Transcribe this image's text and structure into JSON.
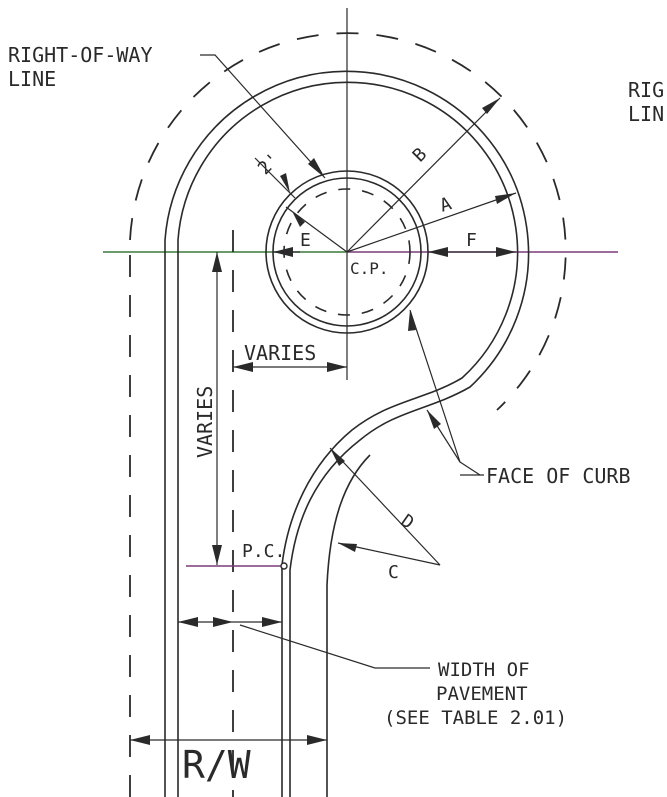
{
  "labels": {
    "row_line_1": "RIGHT-OF-WAY",
    "row_line_2": "LINE",
    "row_right_1": "RIG",
    "row_right_2": "LIN",
    "two_ft": "2'",
    "b": "B",
    "a": "A",
    "e": "E",
    "f": "F",
    "cp": "C.P.",
    "varies_h": "VARIES",
    "varies_v": "VARIES",
    "face_of_curb": "FACE OF CURB",
    "d": "D",
    "c": "C",
    "pc": "P.C.",
    "wop_1": "WIDTH OF",
    "wop_2": "PAVEMENT",
    "wop_3": "(SEE TABLE 2.01)",
    "rw": "R/W"
  },
  "colors": {
    "ink": "#2a2a2a",
    "green_line": "#3a7a3a",
    "purple_line": "#7a3a7a"
  }
}
